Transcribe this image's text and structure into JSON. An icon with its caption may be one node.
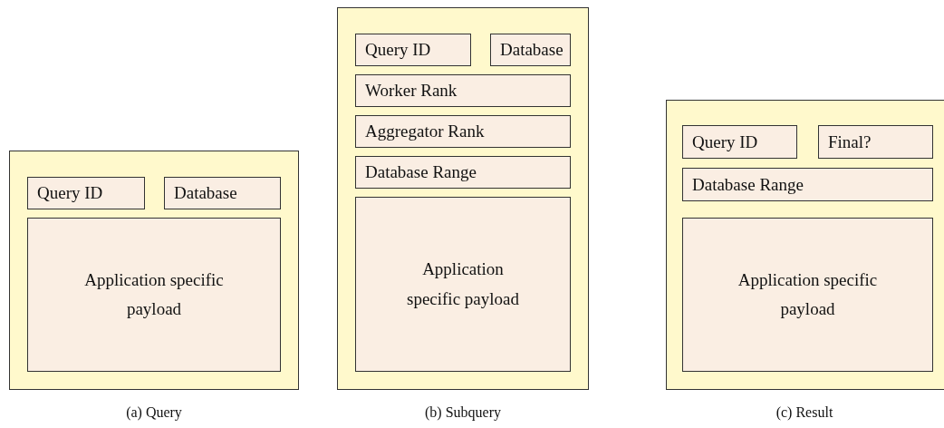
{
  "diagram": {
    "nodes": [
      {
        "text": [],
        "shape": "box",
        "beside": [
          "(a) Query"
        ]
      },
      {
        "text": [
          "Query ID"
        ],
        "in": 0
      },
      {
        "text": [
          "Database"
        ],
        "in": 0
      },
      {
        "text": [
          "Application specific payload"
        ],
        "in": 0
      },
      {
        "text": [],
        "shape": "box",
        "beside": [
          "(b) Subquery"
        ]
      },
      {
        "text": [
          "Query ID"
        ],
        "in": 4
      },
      {
        "text": [
          "Database"
        ],
        "in": 4
      },
      {
        "text": [
          "Worker Rank"
        ],
        "in": 4
      },
      {
        "text": [
          "Aggregator Rank"
        ],
        "in": 4
      },
      {
        "text": [
          "Database Range"
        ],
        "in": 4
      },
      {
        "text": [
          "Application specific payload"
        ],
        "in": 4
      },
      {
        "text": [],
        "shape": "box",
        "beside": [
          "(c) Result"
        ]
      },
      {
        "text": [
          "Query ID"
        ],
        "in": 11
      },
      {
        "text": [
          "Final?"
        ],
        "in": 11
      },
      {
        "text": [
          "Database Range"
        ],
        "in": 11
      },
      {
        "text": [
          "Application specific payload"
        ],
        "in": 11
      }
    ],
    "edges": []
  }
}
